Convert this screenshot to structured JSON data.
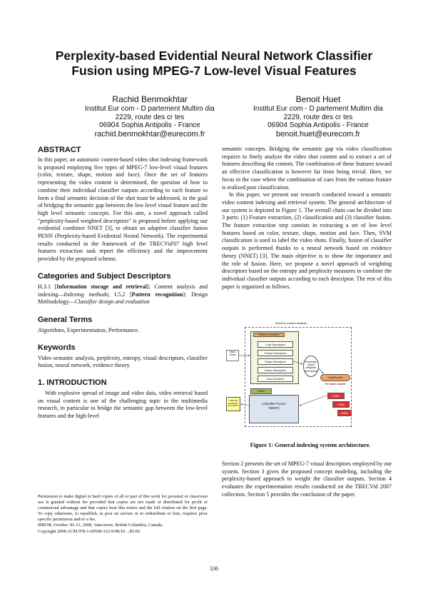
{
  "title_line1": "Perplexity-based Evidential Neural Network Classifier",
  "title_line2": "Fusion using MPEG-7 Low-level Visual Features",
  "authors": [
    {
      "name": "Rachid Benmokhtar",
      "affil": "Institut Eur com - D partement Multim dia",
      "addr1": "2229, route des cr tes",
      "addr2": "06904 Sophia Antipolis - France",
      "email": "rachid.benmokhtar@eurecom.fr"
    },
    {
      "name": "Benoit Huet",
      "affil": "Institut Eur com - D partement Multim dia",
      "addr1": "2229, route des cr tes",
      "addr2": "06904 Sophia Antipolis - France",
      "email": "benoit.huet@eurecom.fr"
    }
  ],
  "abstract_heading": "ABSTRACT",
  "abstract_text": "In this paper, an automatic content-based video shot indexing framework is proposed employing five types of MPEG-7 low-level visual features (color, texture, shape, motion and face). Once the set of features representing the video content is determined, the question of how to combine their individual classifier outputs according to each feature to form a final semantic decision of the shot must be addressed, in the goal of bridging the semantic gap between the low level visual feature and the high level semantic concepts. For this aim, a novel approach called \"perplexity-based weighted descriptors\" is proposed before applying our evidential combiner NNET [3], to obtain an adaptive classifier fusion PENN (Perplexity-based Evidential Neural Network). The experimental results conducted in the framework of the TRECVid'07 high level features extraction task report the efficiency and the improvement provided by the proposed scheme.",
  "categories_heading": "Categories and Subject Descriptors",
  "categories_a": "H.3.1 [",
  "categories_b": "Information storage and retrieval",
  "categories_c": "]: Content analysis and indexing—",
  "categories_d": "Indexing methods",
  "categories_e": "; I.5.2 [",
  "categories_f": "Pattern recognition",
  "categories_g": "]: Design Methodology—",
  "categories_h": "Classifier design and evaluation",
  "terms_heading": "General Terms",
  "terms_text": "Algorithms, Experimentation, Performance.",
  "keywords_heading": "Keywords",
  "keywords_text": "Video semantic analysis, perplexity, entropy, visual descriptors, classifier fusion, neural network, evidence theory.",
  "intro_heading": "1.   INTRODUCTION",
  "intro_text": "With explosive spread of image and video data, video retrieval based on visual content is one of the challenging topic in the multimedia research, in particular to bridge the semantic gap between the low-level features and the high-level",
  "permission_text": "Permission to make digital or hard copies of all or part of this work for personal or classroom use is granted without fee provided that copies are not made or distributed for profit or commercial advantage and that copies bear this notice and the full citation on the first page. To copy otherwise, to republish, to post on servers or to redistribute to lists, requires prior specific permission and/or a fee.",
  "conf_name": "MIR'08,",
  "conf_rest": " October 30–31, 2008, Vancouver, British Columbia, Canada.",
  "copyright_text": "Copyright 2008 ACM 978-1-60558-312-9/08/10 ...$5.00.",
  "right_p1": "semantic concepts. Bridging the semantic gap via video classification requires to finely analyze the video shot content and to extract a set of features describing the content. The combination of these features toward an effective classification is however far from being trivial. Here, we focus in the case where the combination of cues from the various feature is realized post classification.",
  "right_p2": "In this paper, we present our research conducted toward a semantic video content indexing and retrieval system. The general architecture of our system is depicted in Figure 1. The overall chain can be divided into 3 parts: (1) Feature extraction, (2) classification and (3) classifier fusion. The feature extraction step consists in extracting a set of low level features based on color, texture, shape, motion and face. Then, SVM classification is used to label the video shots. Finally, fusion of classifier outputs is performed thanks to a neural network based on evidence theory (NNET) [3]. The main objective is to show the importance and the role of fusion. Here, we propose a novel approach of weighting descriptors based on the entropy and perplexity measures to combine the individual classifier outputs according to each descriptor.  The rest of this paper is organized as follows.",
  "figure": {
    "top_label": "Visual & content analysis",
    "feature_extraction": "Feature Extraction",
    "video_shots": "Video shots",
    "descriptors": [
      "Color Descriptors",
      "Texture Descriptors",
      "Shape Descriptors",
      "Motion Descriptors",
      "Face Descriptor"
    ],
    "perplexity_label": "Perplexity-based weighted descriptors",
    "classification": "Classification",
    "classifier_sub": "Per feature classifier",
    "fusion": "Fusion",
    "classifier_fusion": "Classifier Fusion (NNET)",
    "trecvid": "TRECVid Evaluation (annotation)",
    "svm_labels": [
      "SVMs",
      "SVMs",
      "SVMs"
    ],
    "caption": "Figure 1: General indexing system architecture."
  },
  "right_p3": "Section 2 presents the set of MPEG-7 visual descriptors employed by our system. Section 3 gives the proposed concept modeling, including the perplexity-based approach to weight the classifier outputs.  Section 4 evaluates the experimentation results conducted on the TRECVid 2007 collection. Section 5 provides the conclusion of the paper.",
  "page_number": "336",
  "colors": {
    "feature_box": "#f5f5dc",
    "orange": "#f4a460",
    "red": "#e03030",
    "fusion_green": "#9bbb59",
    "classifier_blue": "#dbe5f1",
    "trecvid_yellow": "#ffff99"
  }
}
